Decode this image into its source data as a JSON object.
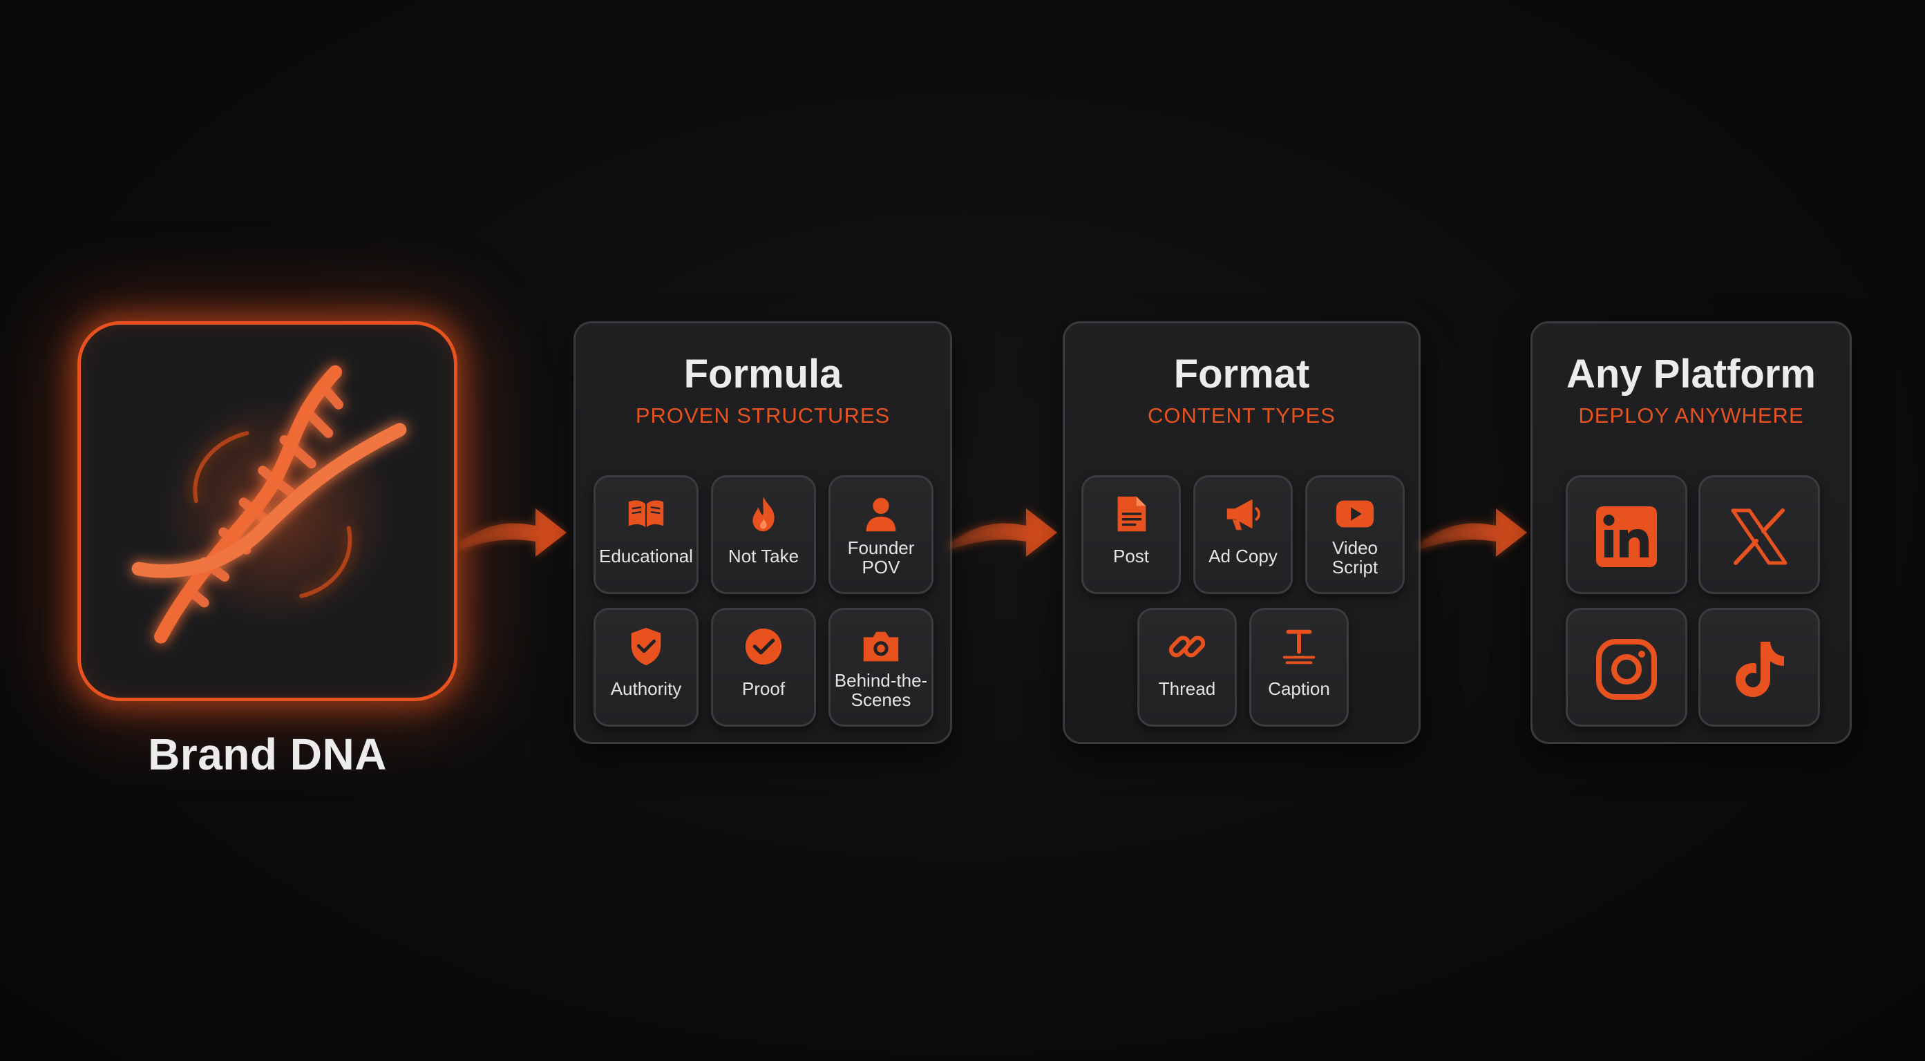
{
  "brand": {
    "label": "Brand DNA",
    "icon": "dna-icon"
  },
  "formula": {
    "title": "Formula",
    "subtitle": "PROVEN STRUCTURES",
    "items": [
      {
        "label": "Educational",
        "icon": "book-icon"
      },
      {
        "label": "Not Take",
        "icon": "flame-icon"
      },
      {
        "label": "Founder POV",
        "line1": "Founder",
        "line2": "POV",
        "icon": "person-icon"
      },
      {
        "label": "Authority",
        "icon": "shield-check-icon"
      },
      {
        "label": "Proof",
        "icon": "check-circle-icon"
      },
      {
        "label": "Behind-the-Scenes",
        "line1": "Behind-the-",
        "line2": "Scenes",
        "icon": "camera-icon"
      }
    ]
  },
  "format": {
    "title": "Format",
    "subtitle": "CONTENT TYPES",
    "items": [
      {
        "label": "Post",
        "icon": "document-icon"
      },
      {
        "label": "Ad Copy",
        "icon": "megaphone-icon"
      },
      {
        "label": "Video Script",
        "line1": "Video",
        "line2": "Script",
        "icon": "play-icon"
      },
      {
        "label": "Thread",
        "icon": "link-icon"
      },
      {
        "label": "Caption",
        "icon": "text-icon"
      }
    ]
  },
  "platform": {
    "title": "Any Platform",
    "subtitle": "DEPLOY ANYWHERE",
    "items": [
      {
        "icon": "linkedin-icon"
      },
      {
        "icon": "x-icon"
      },
      {
        "icon": "instagram-icon"
      },
      {
        "icon": "tiktok-icon"
      }
    ]
  },
  "colors": {
    "accent": "#e8521e",
    "background": "#0c0c0d",
    "panel": "#1e1e20",
    "border": "#3a3a3e",
    "text": "#ececec"
  }
}
